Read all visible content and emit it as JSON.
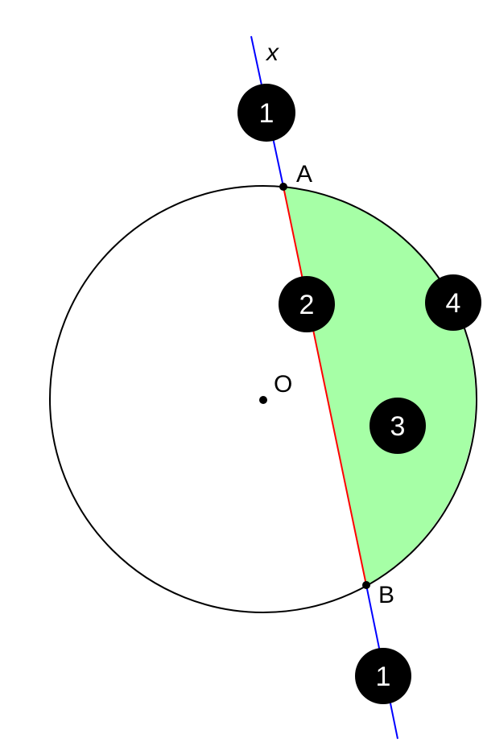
{
  "labels": {
    "line": "x",
    "point_a": "A",
    "point_b": "B",
    "center": "O"
  },
  "markers": [
    "1",
    "2",
    "3",
    "4",
    "1"
  ],
  "colors": {
    "line": "#0000ff",
    "chord": "#ff0000",
    "region_fill": "#a6ffa6",
    "marker": "#000000"
  }
}
